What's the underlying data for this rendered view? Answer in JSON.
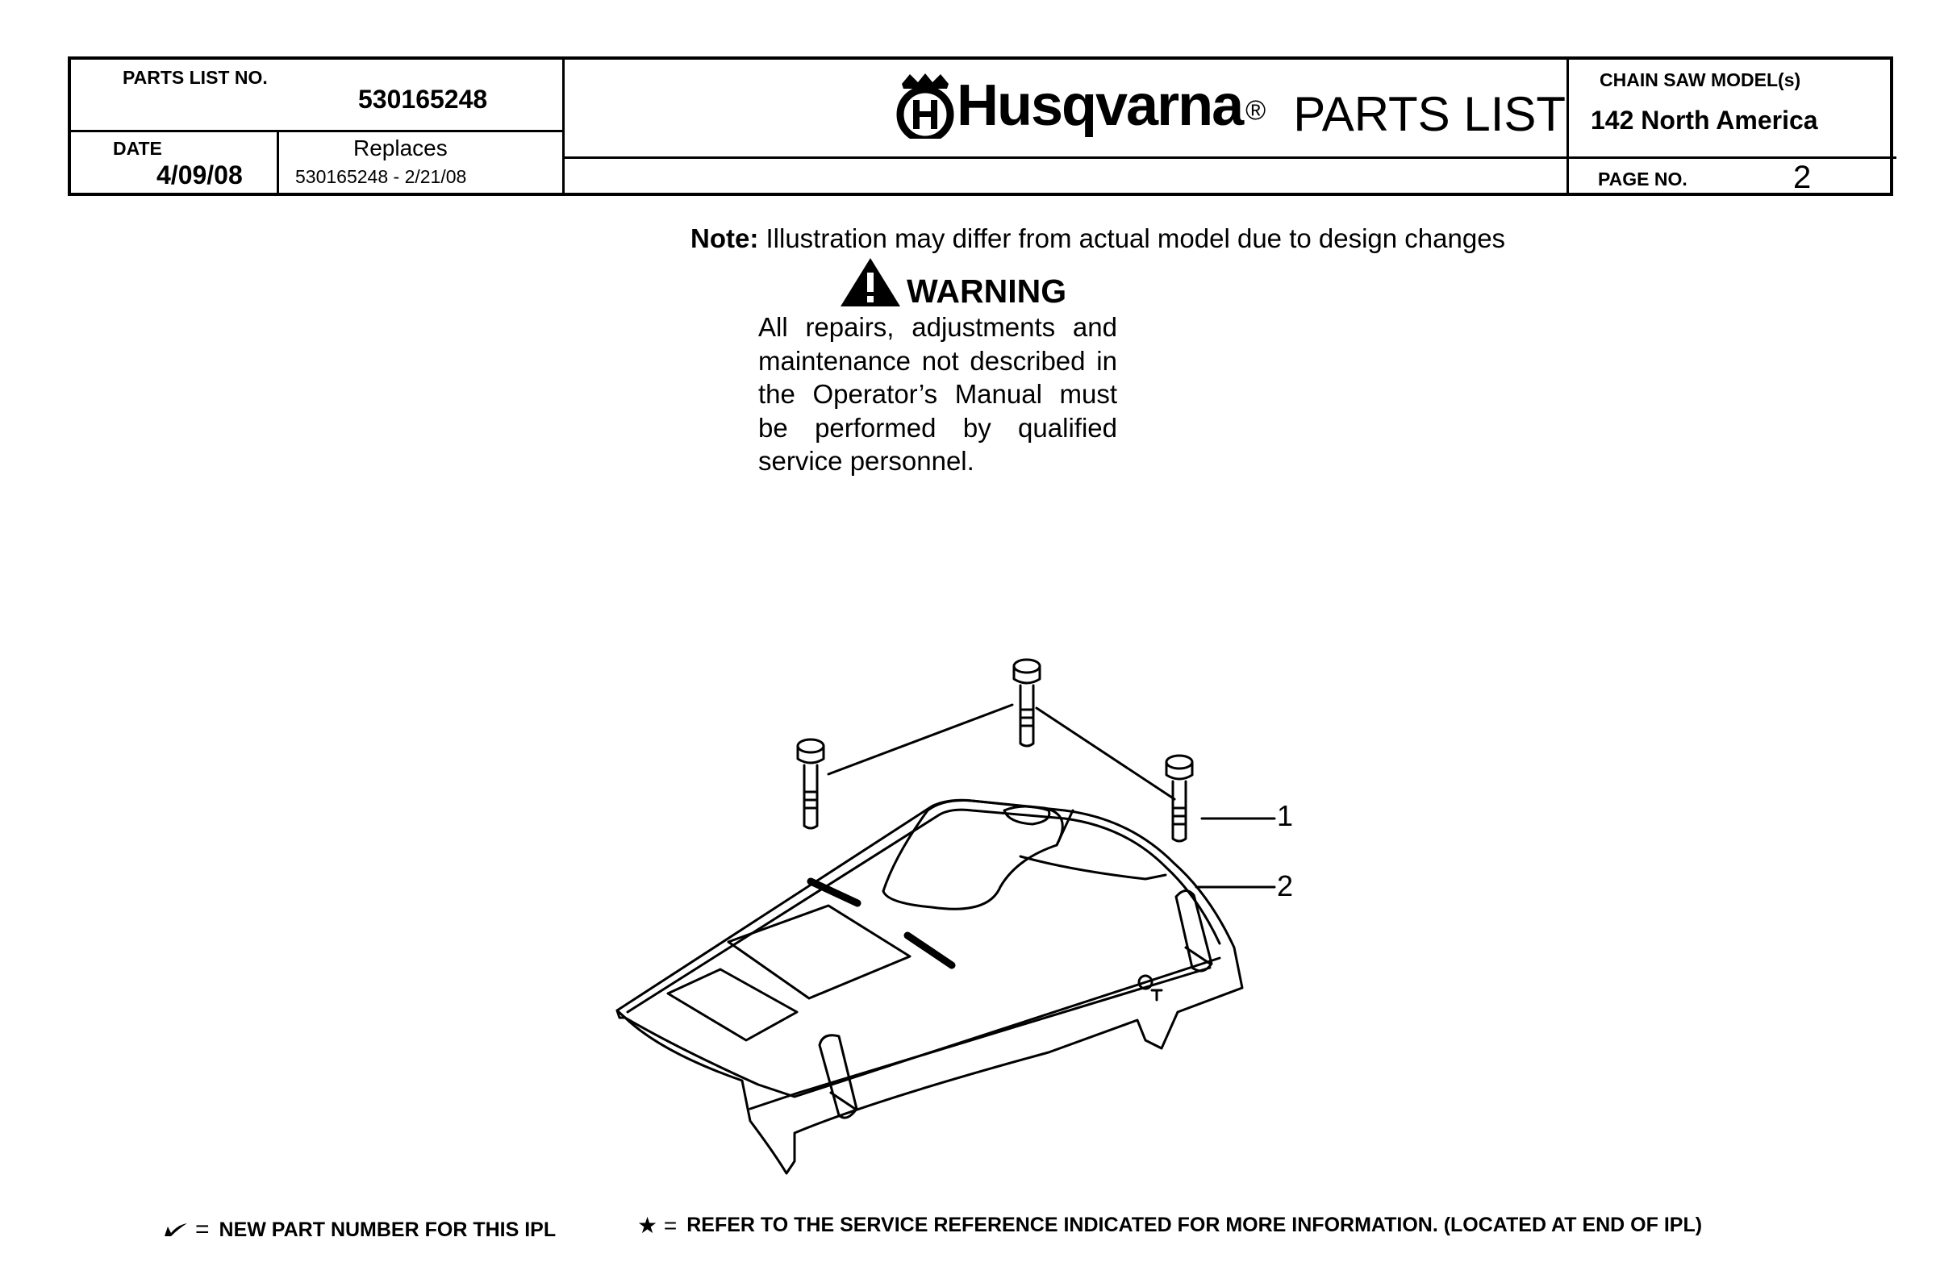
{
  "header": {
    "parts_list_label": "PARTS LIST NO.",
    "parts_list_no": "530165248",
    "date_label": "DATE",
    "date": "4/09/08",
    "replaces_label": "Replaces",
    "replaces": "530165248 - 2/21/08",
    "brand": "Husqvarna",
    "registered": "®",
    "title": "PARTS LIST",
    "note_label": "Note:",
    "note_text": "Illustration may differ from actual model due to design changes",
    "model_label": "CHAIN SAW MODEL(s)",
    "model": "142 North America",
    "page_label": "PAGE   NO.",
    "page_no": "2"
  },
  "warning": {
    "title": "WARNING",
    "text": "All repairs, adjustments and maintenance not described in the Operator’s Manual must be performed by qualified service personnel."
  },
  "diagram": {
    "callouts": [
      "1",
      "2"
    ]
  },
  "legend": {
    "new_part_symbol": "=",
    "new_part_text": "NEW PART NUMBER FOR THIS  IPL",
    "service_symbol": "★ =",
    "service_text": "REFER TO THE SERVICE REFERENCE  INDICATED FOR MORE INFORMATION. (LOCATED AT END OF IPL)"
  }
}
